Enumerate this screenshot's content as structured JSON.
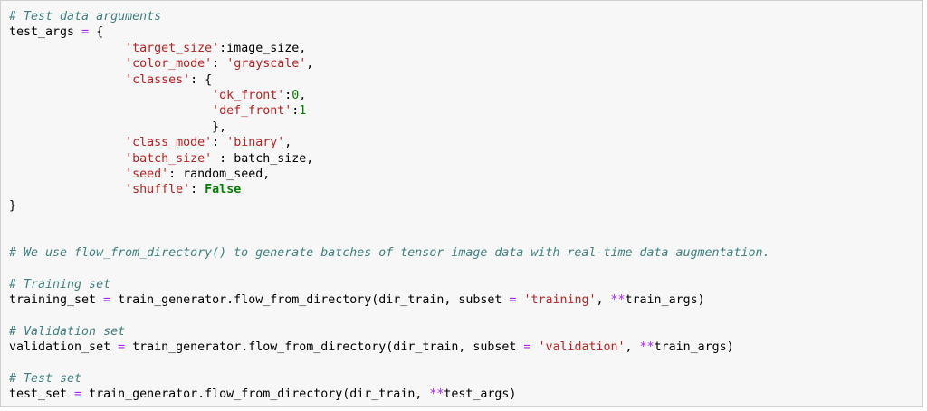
{
  "cell": {
    "lines": [
      [
        {
          "t": "c",
          "v": "# Test data arguments"
        }
      ],
      [
        {
          "t": "p",
          "v": "test_args "
        },
        {
          "t": "o",
          "v": "="
        },
        {
          "t": "p",
          "v": " {"
        }
      ],
      [
        {
          "t": "p",
          "v": "                "
        },
        {
          "t": "s",
          "v": "'target_size'"
        },
        {
          "t": "p",
          "v": ":image_size,"
        }
      ],
      [
        {
          "t": "p",
          "v": "                "
        },
        {
          "t": "s",
          "v": "'color_mode'"
        },
        {
          "t": "p",
          "v": ": "
        },
        {
          "t": "s",
          "v": "'grayscale'"
        },
        {
          "t": "p",
          "v": ","
        }
      ],
      [
        {
          "t": "p",
          "v": "                "
        },
        {
          "t": "s",
          "v": "'classes'"
        },
        {
          "t": "p",
          "v": ": {"
        }
      ],
      [
        {
          "t": "p",
          "v": "                            "
        },
        {
          "t": "s",
          "v": "'ok_front'"
        },
        {
          "t": "p",
          "v": ":"
        },
        {
          "t": "n",
          "v": "0"
        },
        {
          "t": "p",
          "v": ","
        }
      ],
      [
        {
          "t": "p",
          "v": "                            "
        },
        {
          "t": "s",
          "v": "'def_front'"
        },
        {
          "t": "p",
          "v": ":"
        },
        {
          "t": "n",
          "v": "1"
        }
      ],
      [
        {
          "t": "p",
          "v": "                            },"
        }
      ],
      [
        {
          "t": "p",
          "v": "                "
        },
        {
          "t": "s",
          "v": "'class_mode'"
        },
        {
          "t": "p",
          "v": ": "
        },
        {
          "t": "s",
          "v": "'binary'"
        },
        {
          "t": "p",
          "v": ","
        }
      ],
      [
        {
          "t": "p",
          "v": "                "
        },
        {
          "t": "s",
          "v": "'batch_size'"
        },
        {
          "t": "p",
          "v": " : batch_size,"
        }
      ],
      [
        {
          "t": "p",
          "v": "                "
        },
        {
          "t": "s",
          "v": "'seed'"
        },
        {
          "t": "p",
          "v": ": random_seed,"
        }
      ],
      [
        {
          "t": "p",
          "v": "                "
        },
        {
          "t": "s",
          "v": "'shuffle'"
        },
        {
          "t": "p",
          "v": ": "
        },
        {
          "t": "k",
          "v": "False"
        }
      ],
      [
        {
          "t": "p",
          "v": "}"
        }
      ],
      [],
      [],
      [
        {
          "t": "c",
          "v": "# We use flow_from_directory() to generate batches of tensor image data with real-time data augmentation."
        }
      ],
      [],
      [
        {
          "t": "c",
          "v": "# Training set"
        }
      ],
      [
        {
          "t": "p",
          "v": "training_set "
        },
        {
          "t": "o",
          "v": "="
        },
        {
          "t": "p",
          "v": " train_generator.flow_from_directory(dir_train, subset "
        },
        {
          "t": "o",
          "v": "="
        },
        {
          "t": "p",
          "v": " "
        },
        {
          "t": "s",
          "v": "'training'"
        },
        {
          "t": "p",
          "v": ", "
        },
        {
          "t": "o",
          "v": "**"
        },
        {
          "t": "p",
          "v": "train_args)"
        }
      ],
      [],
      [
        {
          "t": "c",
          "v": "# Validation set"
        }
      ],
      [
        {
          "t": "p",
          "v": "validation_set "
        },
        {
          "t": "o",
          "v": "="
        },
        {
          "t": "p",
          "v": " train_generator.flow_from_directory(dir_train, subset "
        },
        {
          "t": "o",
          "v": "="
        },
        {
          "t": "p",
          "v": " "
        },
        {
          "t": "s",
          "v": "'validation'"
        },
        {
          "t": "p",
          "v": ", "
        },
        {
          "t": "o",
          "v": "**"
        },
        {
          "t": "p",
          "v": "train_args)"
        }
      ],
      [],
      [
        {
          "t": "c",
          "v": "# Test set"
        }
      ],
      [
        {
          "t": "p",
          "v": "test_set "
        },
        {
          "t": "o",
          "v": "="
        },
        {
          "t": "p",
          "v": " train_generator.flow_from_directory(dir_train, "
        },
        {
          "t": "o",
          "v": "**"
        },
        {
          "t": "p",
          "v": "test_args)"
        }
      ]
    ]
  }
}
